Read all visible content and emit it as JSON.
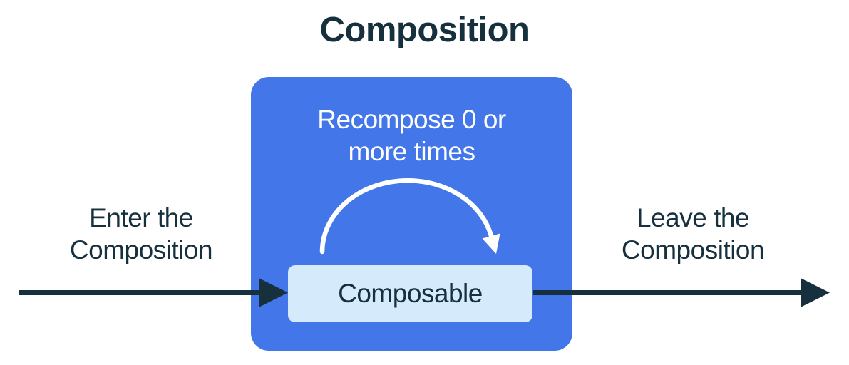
{
  "title": "Composition",
  "diagram": {
    "outer_box": {
      "label_lines": [
        "Recompose 0 or",
        "more times"
      ]
    },
    "inner_box": {
      "label": "Composable"
    },
    "enter_label_lines": [
      "Enter the",
      "Composition"
    ],
    "leave_label_lines": [
      "Leave the",
      "Composition"
    ]
  },
  "icons": {
    "enter_arrow": "straight-right-arrow",
    "leave_arrow": "straight-right-arrow",
    "recompose_arrow": "curved-arc-arrow"
  },
  "colors": {
    "navy": "#16303E",
    "blue": "#4376E8",
    "light_blue": "#D5EAFB",
    "white": "#FFFFFF",
    "background": "#FFFFFF"
  }
}
